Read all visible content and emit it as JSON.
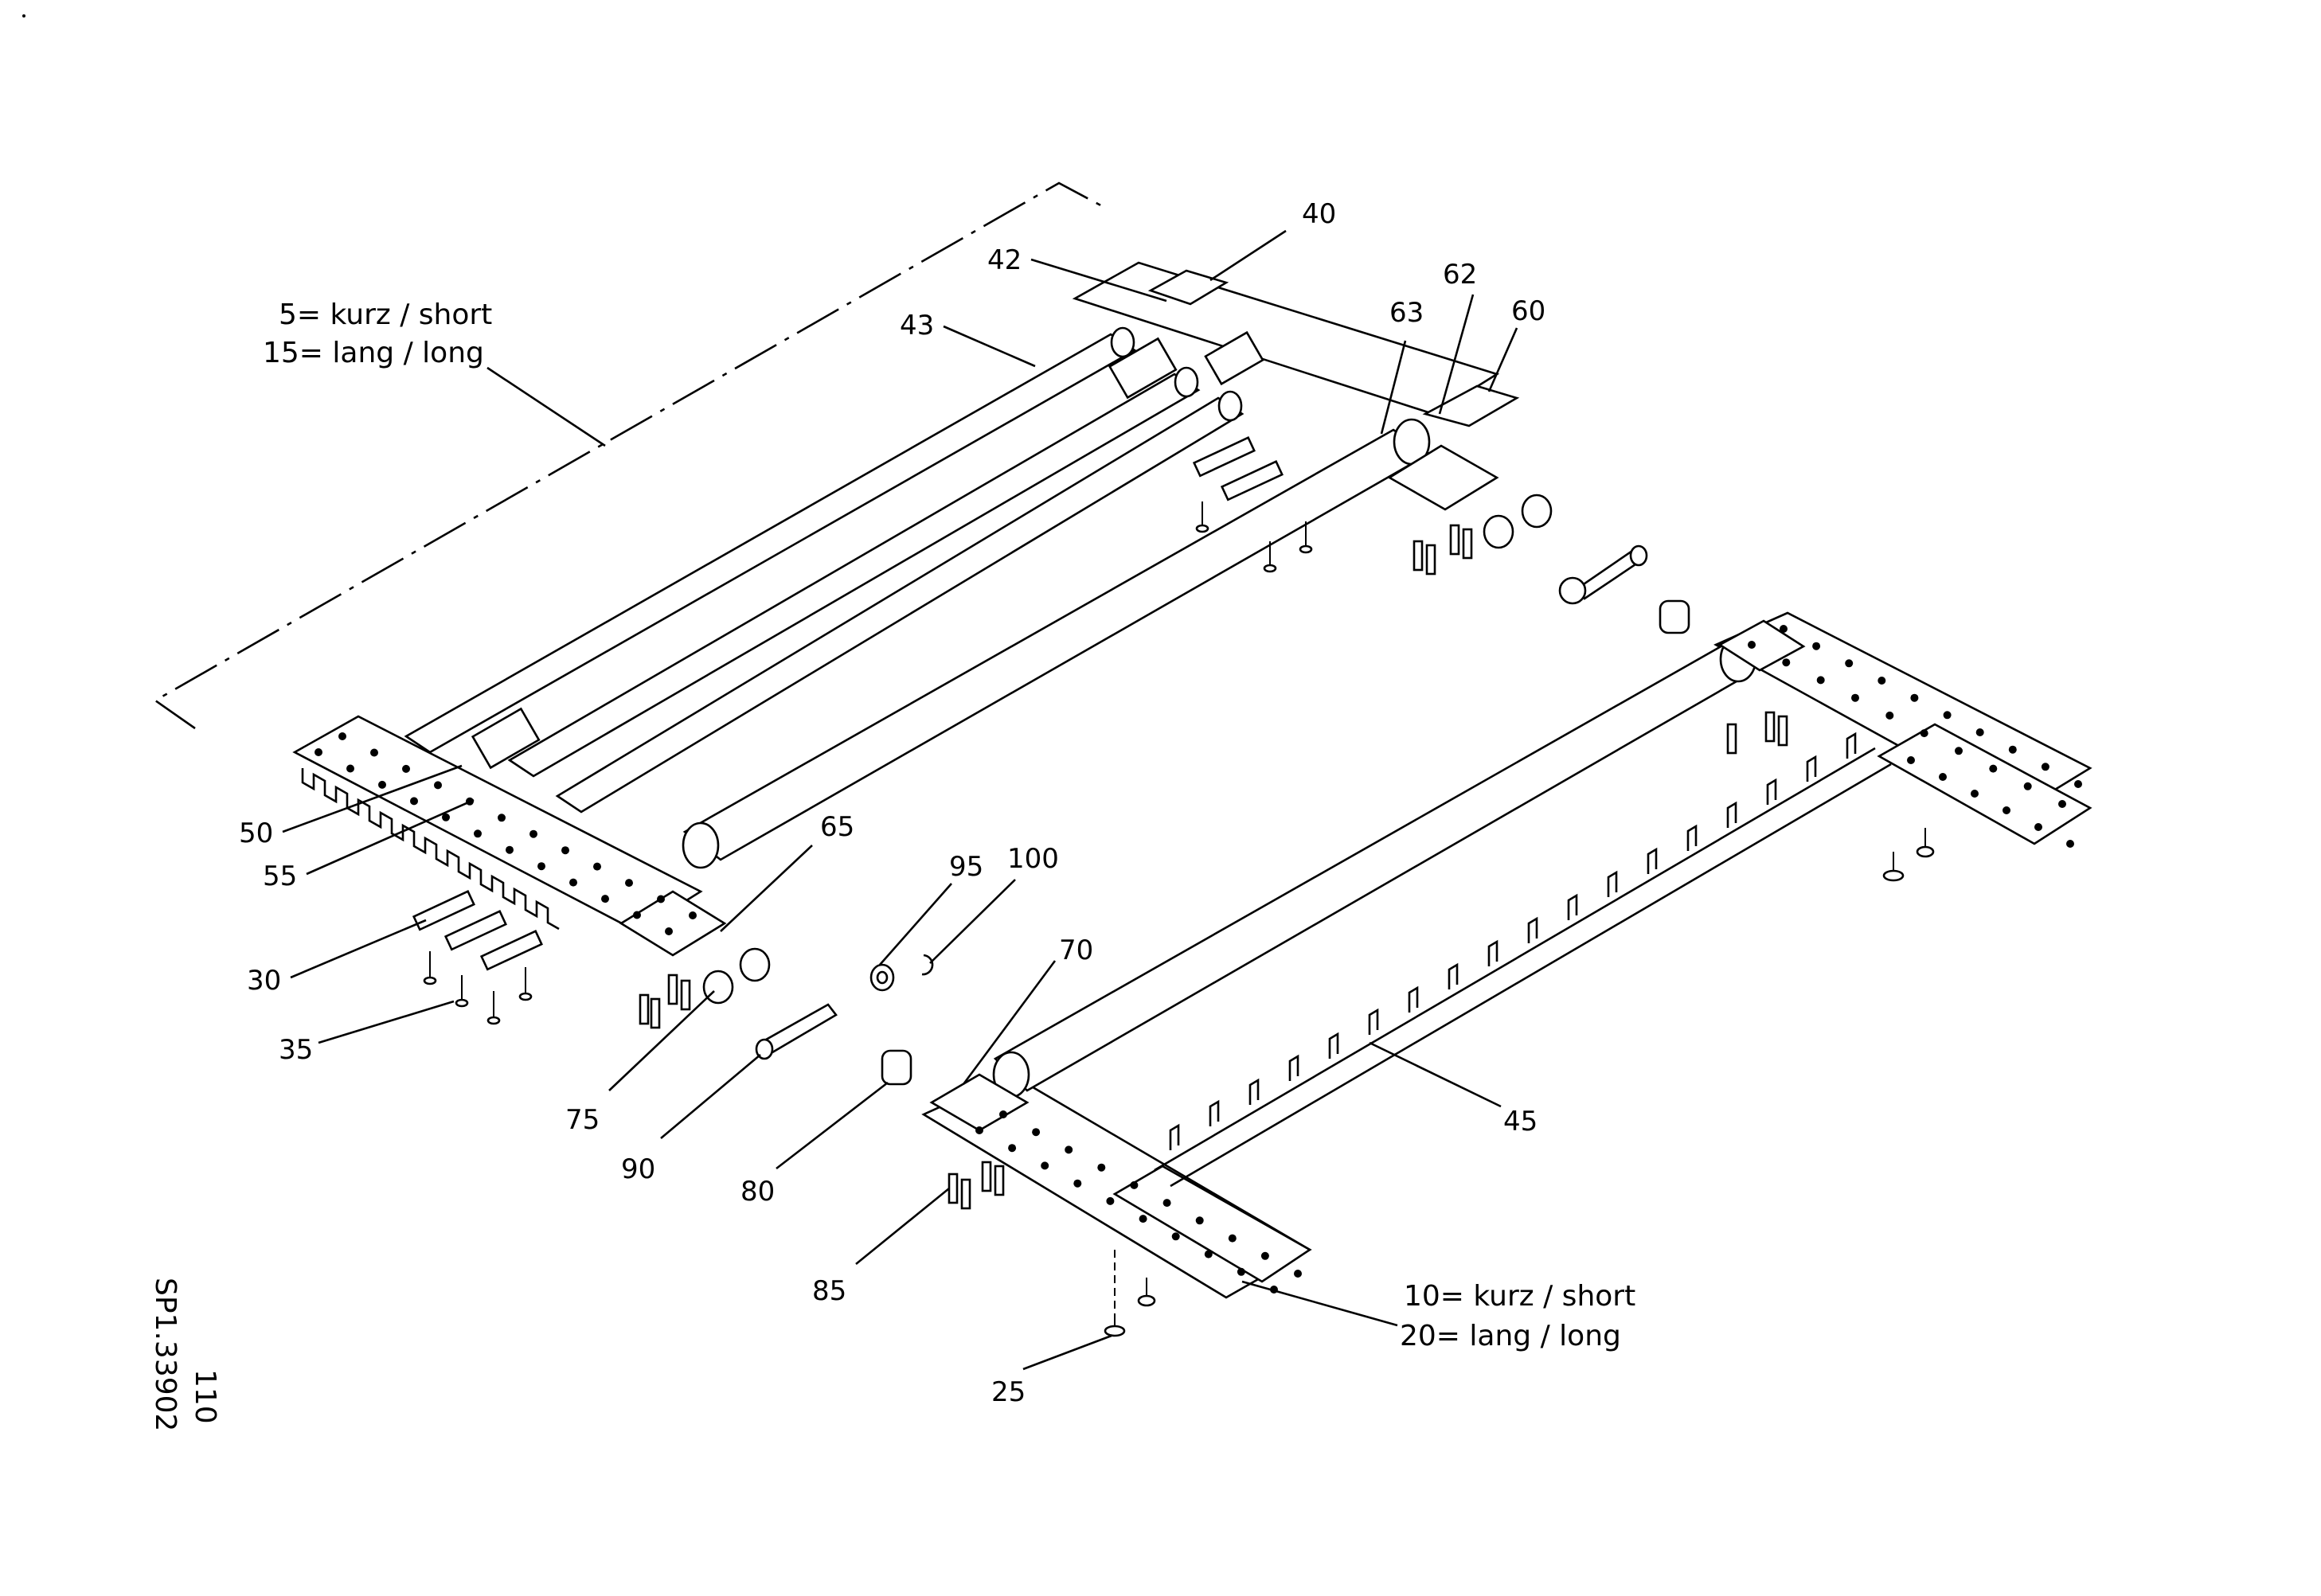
{
  "callouts": [
    {
      "id": "c40",
      "text": "40"
    },
    {
      "id": "c42",
      "text": "42"
    },
    {
      "id": "c43",
      "text": "43"
    },
    {
      "id": "c63",
      "text": "63"
    },
    {
      "id": "c62",
      "text": "62"
    },
    {
      "id": "c60",
      "text": "60"
    },
    {
      "id": "c50",
      "text": "50"
    },
    {
      "id": "c55",
      "text": "55"
    },
    {
      "id": "c65",
      "text": "65"
    },
    {
      "id": "c95",
      "text": "95"
    },
    {
      "id": "c100",
      "text": "100"
    },
    {
      "id": "c30",
      "text": "30"
    },
    {
      "id": "c70",
      "text": "70"
    },
    {
      "id": "c35",
      "text": "35"
    },
    {
      "id": "c75",
      "text": "75"
    },
    {
      "id": "c45",
      "text": "45"
    },
    {
      "id": "c90",
      "text": "90"
    },
    {
      "id": "c80",
      "text": "80"
    },
    {
      "id": "c85",
      "text": "85"
    },
    {
      "id": "c25",
      "text": "25"
    }
  ],
  "notes": {
    "upper_line1": "5= kurz / short",
    "upper_line2": "15= lang / long",
    "lower_line1": "10= kurz / short",
    "lower_line2": "20= lang / long"
  },
  "drawing_id": "SP1.33902",
  "page_number": "110"
}
